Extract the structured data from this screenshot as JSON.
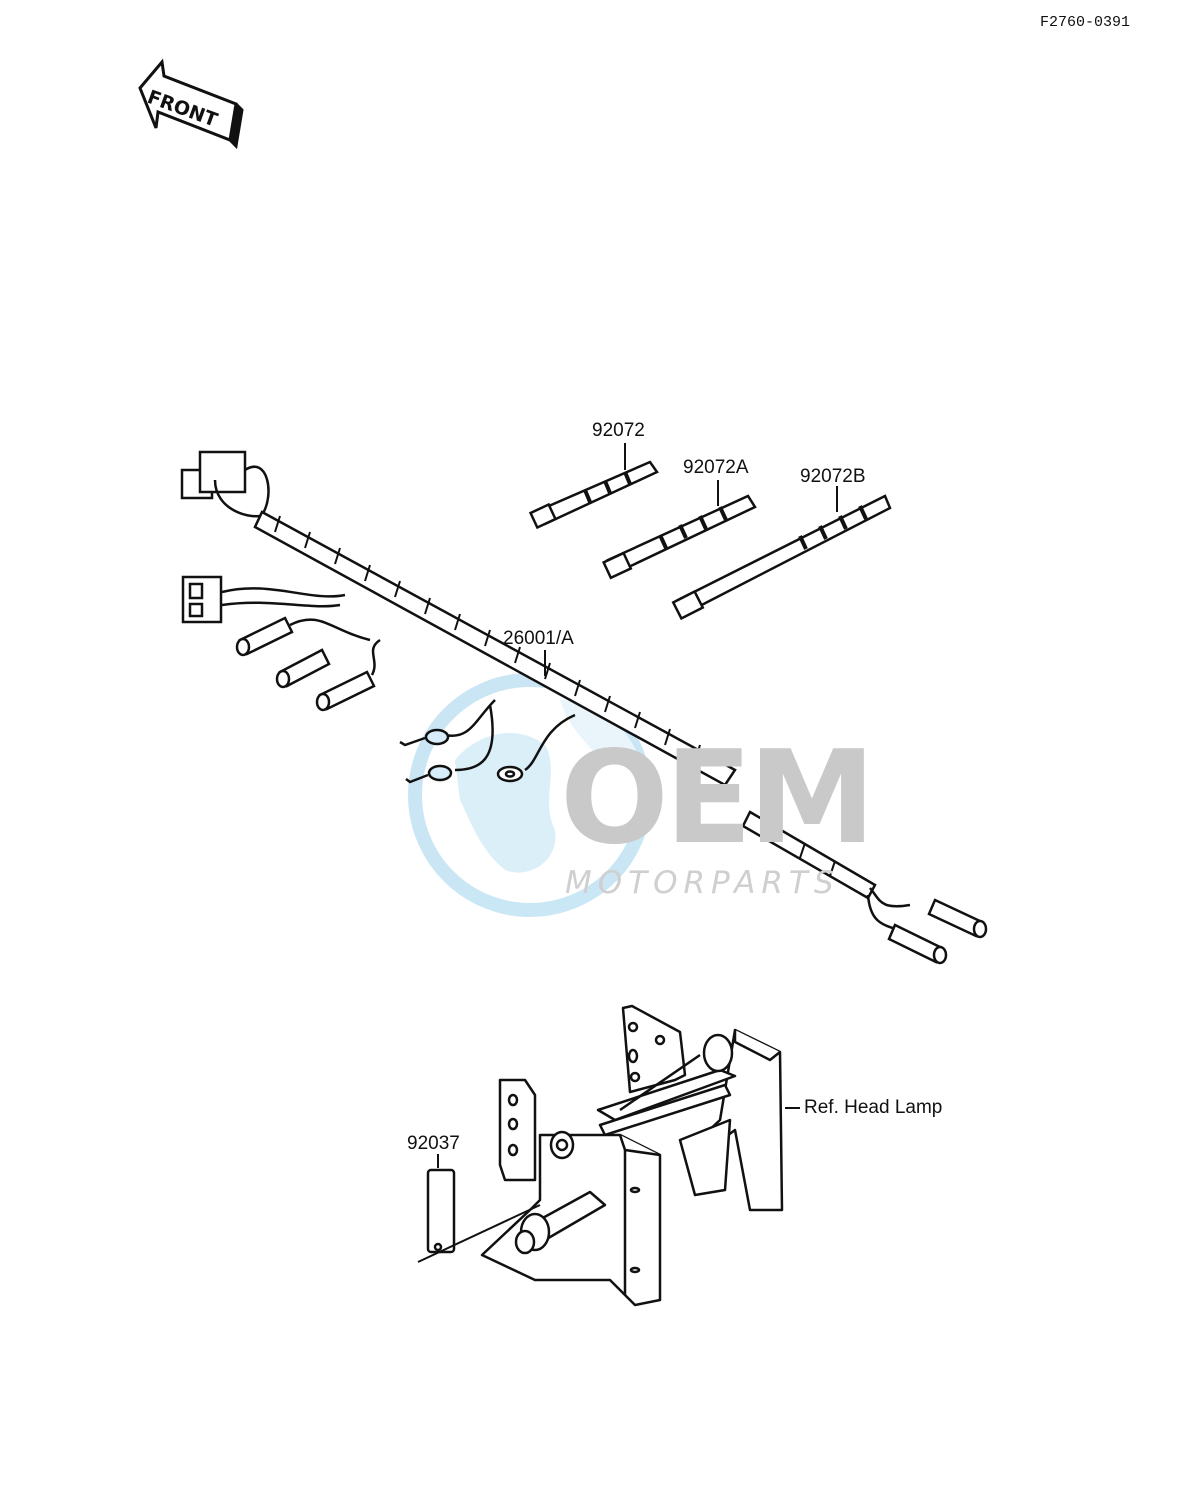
{
  "diagram_code": "F2760-0391",
  "front_label": "FRONT",
  "parts": {
    "strap_a": "92072",
    "strap_b": "92072A",
    "strap_c": "92072B",
    "harness": "26001/A",
    "bracket_ref": "Ref. Head Lamp",
    "clip": "92037"
  },
  "watermark": {
    "logo_text": "OEM",
    "sub_text": "MOTORPARTS"
  }
}
